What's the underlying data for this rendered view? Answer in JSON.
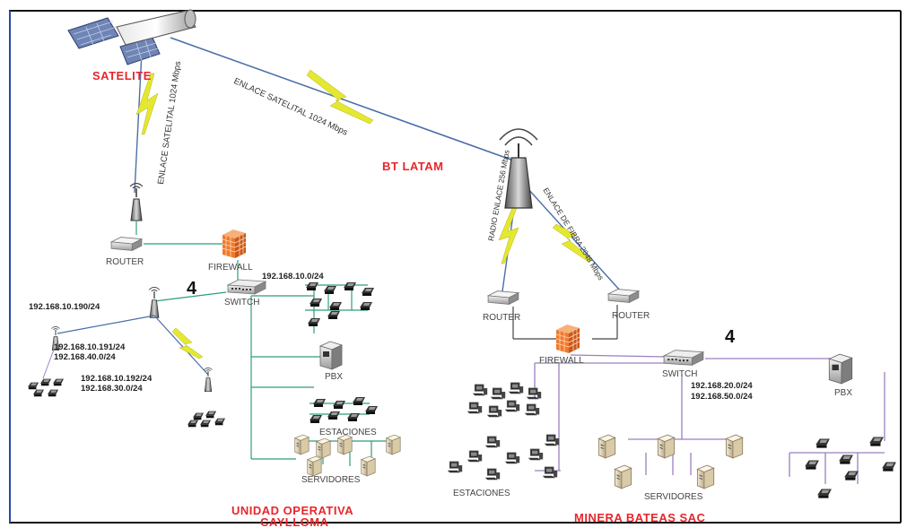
{
  "labels": {
    "satellite": "SATELITE",
    "bt_latam": "BT LATAM",
    "link_vertical": "ENLACE SATELITAL 1024 Mbps",
    "link_diagonal": "ENLACE SATELITAL 1024 Mbps",
    "radio_link": "RADIO ENLACE 256 Mbps",
    "fiber_link": "ENLACE DE FIBRA 2048 Mbps",
    "router_left": "ROUTER",
    "firewall_left": "FIREWALL",
    "switch_left": "SWITCH",
    "pbx_left": "PBX",
    "stations_left": "ESTACIONES",
    "servers_left": "SERVIDORES",
    "router_right_a": "ROUTER",
    "router_right_b": "ROUTER",
    "firewall_right": "FIREWALL",
    "switch_right": "SWITCH",
    "pbx_right": "PBX",
    "stations_right": "ESTACIONES",
    "servers_right": "SERVIDORES",
    "count_left": "4",
    "count_right": "4",
    "site_left_line1": "UNIDAD OPERATIVA",
    "site_left_line2": "CAYLLOMA",
    "site_right": "MINERA BATEAS SAC"
  },
  "ips": {
    "ip1": "192.168.10.0/24",
    "ip2": "192.168.10.190/24",
    "ip3": "192.168.10.191/24",
    "ip4": "192.168.40.0/24",
    "ip5": "192.168.10.192/24",
    "ip6": "192.168.30.0/24",
    "ip7": "192.168.20.0/24",
    "ip8": "192.168.50.0/24"
  },
  "colors": {
    "site_title": "#e8262b",
    "lan_left": "#2e9e78",
    "lan_right": "#9a7fc0",
    "uplink": "#4a6ea8",
    "lightning": "#e4e830",
    "firewall": "#f07a2c"
  }
}
